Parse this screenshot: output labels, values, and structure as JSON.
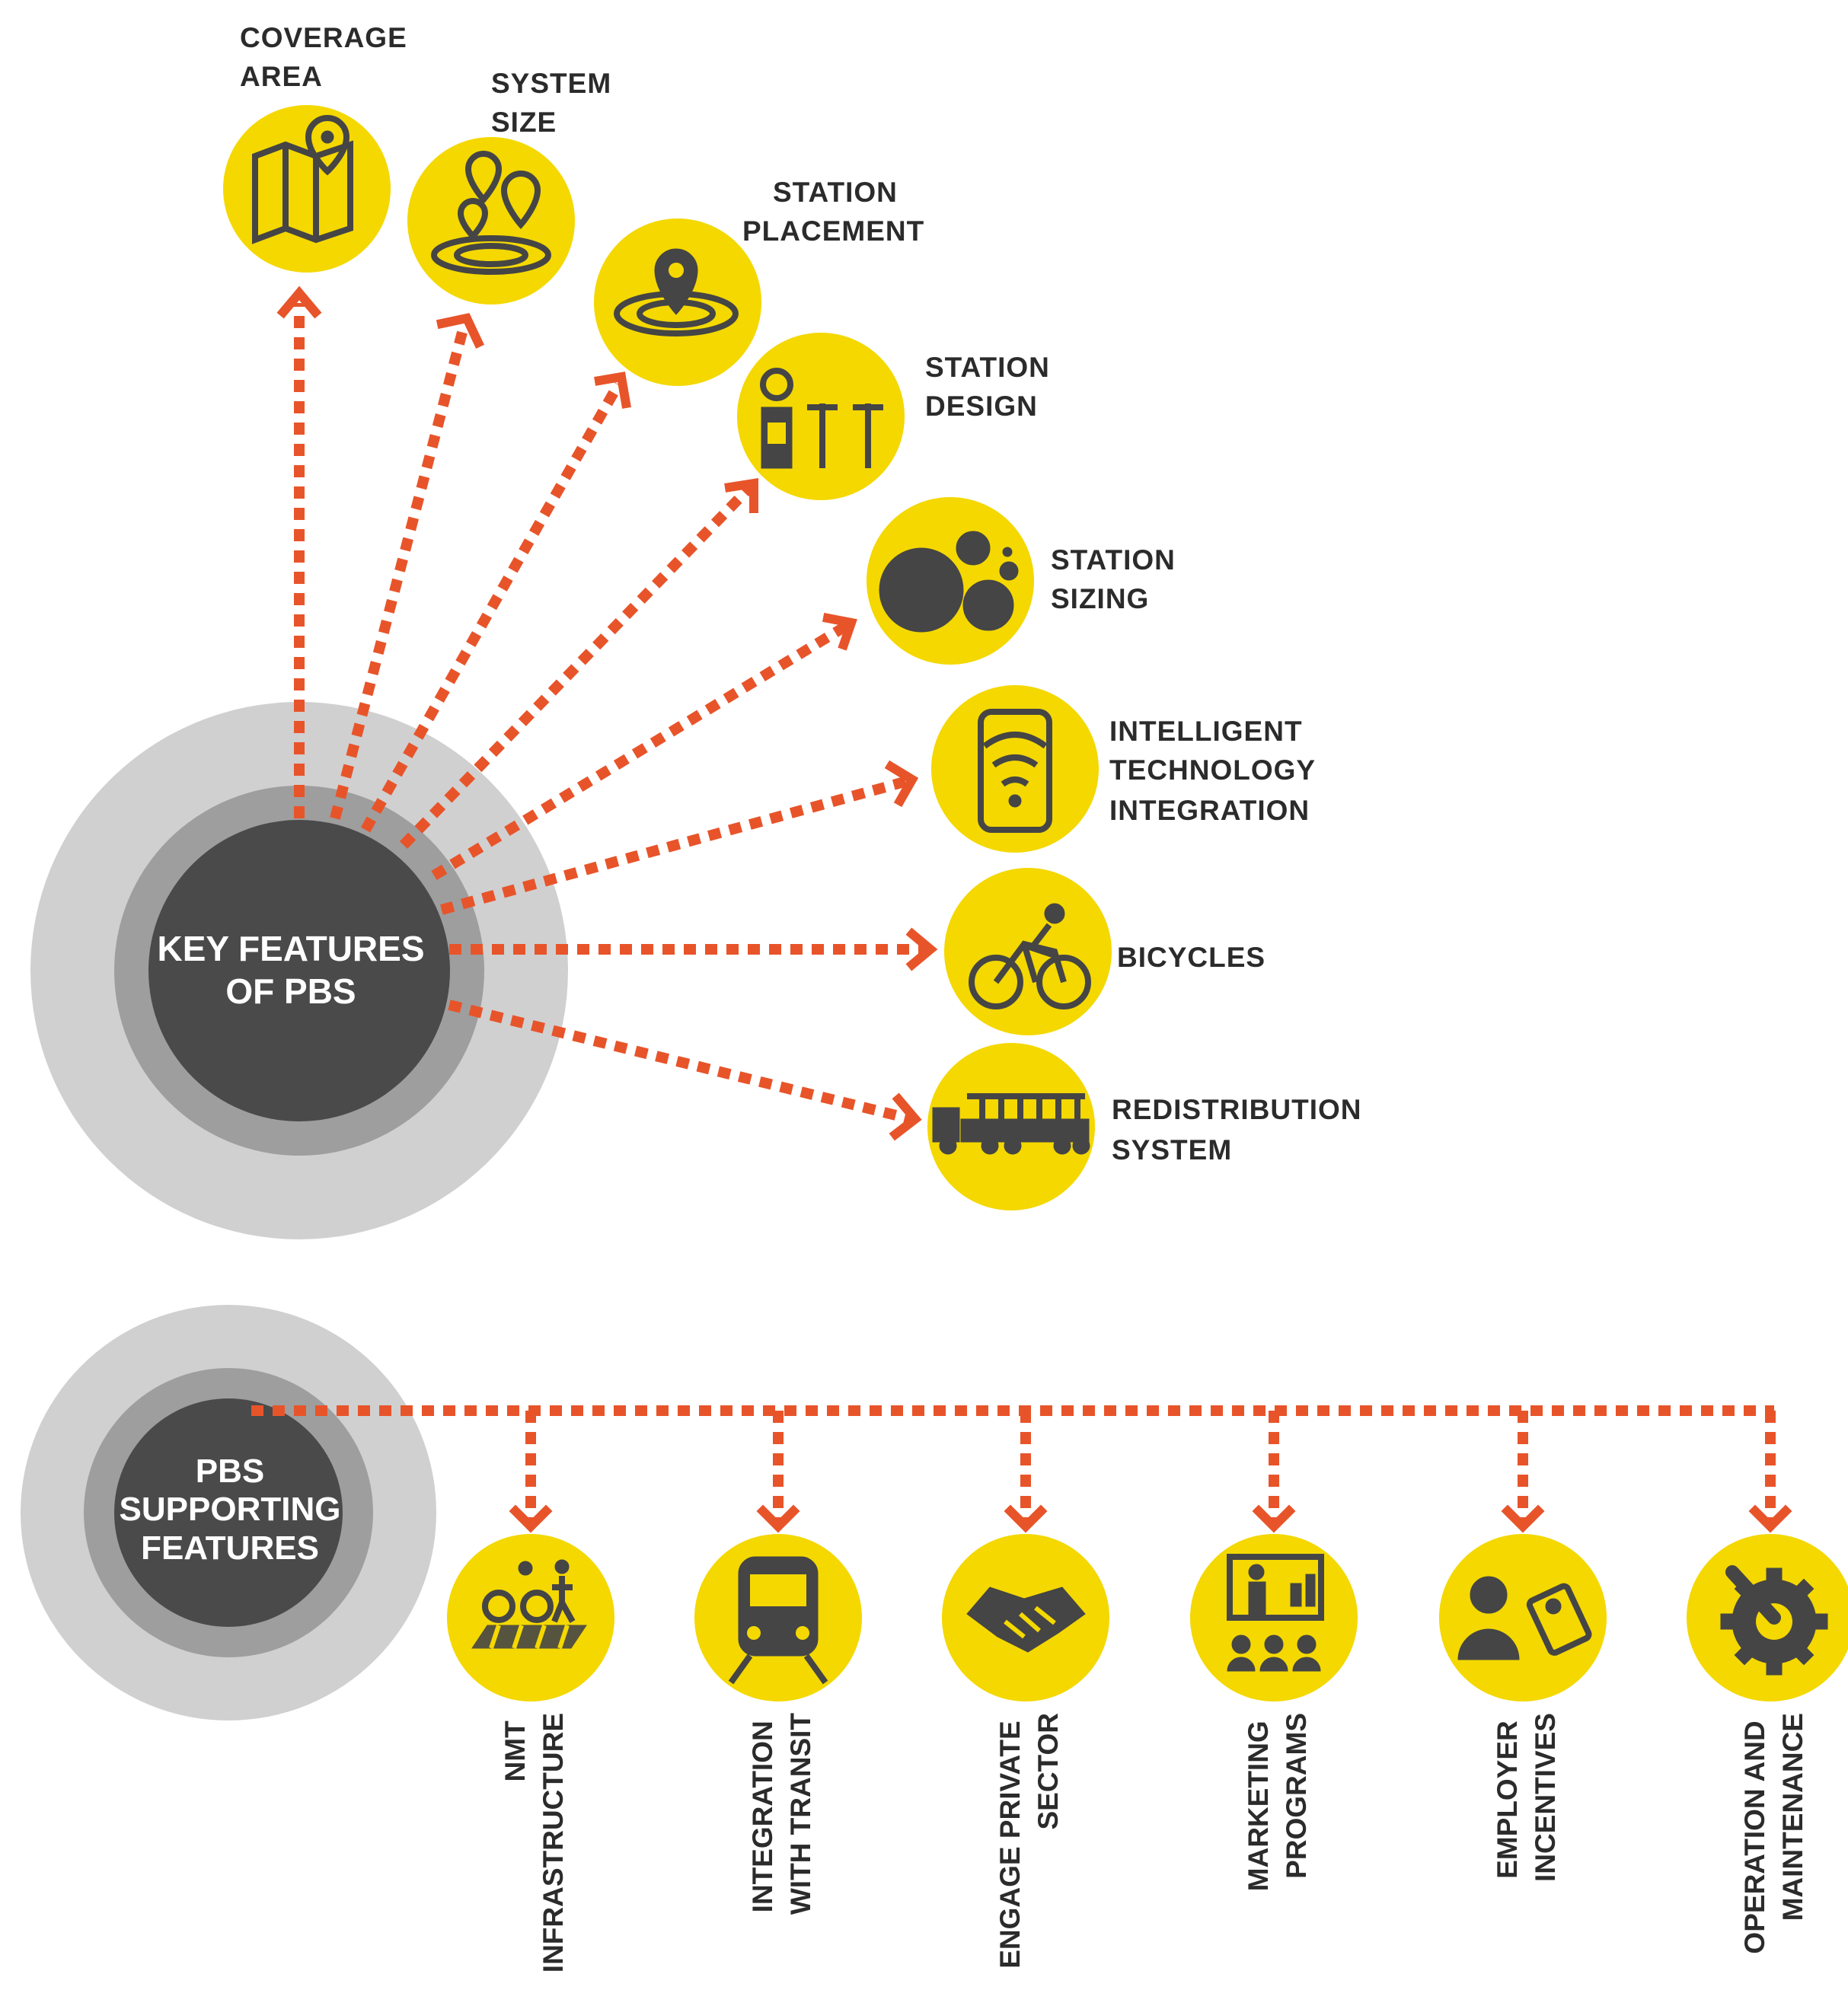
{
  "key_hub": {
    "line1": "KEY FEATURES",
    "line2": "OF PBS"
  },
  "support_hub": {
    "line1": "PBS",
    "line2": "SUPPORTING",
    "line3": "FEATURES"
  },
  "key_features": [
    {
      "lines": [
        "COVERAGE",
        "AREA"
      ],
      "icon": "map-pin-icon"
    },
    {
      "lines": [
        "SYSTEM",
        "SIZE"
      ],
      "icon": "multiple-pins-icon"
    },
    {
      "lines": [
        "STATION",
        "PLACEMENT"
      ],
      "icon": "location-target-icon"
    },
    {
      "lines": [
        "STATION",
        "DESIGN"
      ],
      "icon": "bike-station-icon"
    },
    {
      "lines": [
        "STATION",
        "SIZING"
      ],
      "icon": "circles-icon"
    },
    {
      "lines": [
        "INTELLIGENT",
        "TECHNOLOGY",
        "INTEGRATION"
      ],
      "icon": "smartphone-wifi-icon"
    },
    {
      "lines": [
        "BICYCLES"
      ],
      "icon": "cyclist-icon"
    },
    {
      "lines": [
        "REDISTRIBUTION",
        "SYSTEM"
      ],
      "icon": "truck-icon"
    }
  ],
  "supporting_features": [
    {
      "lines": [
        "NMT",
        "INFRASTRUCTURE"
      ],
      "icon": "pedestrian-cyclist-icon"
    },
    {
      "lines": [
        "INTEGRATION",
        "WITH TRANSIT"
      ],
      "icon": "train-icon"
    },
    {
      "lines": [
        "ENGAGE PRIVATE",
        "SECTOR"
      ],
      "icon": "handshake-icon"
    },
    {
      "lines": [
        "MARKETING",
        "PROGRAMS"
      ],
      "icon": "presentation-icon"
    },
    {
      "lines": [
        "EMPLOYER",
        "INCENTIVES"
      ],
      "icon": "employee-card-icon"
    },
    {
      "lines": [
        "OPERATION AND",
        "MAINTENANCE"
      ],
      "icon": "wrench-gear-icon"
    }
  ],
  "colors": {
    "accent": "#f4d800",
    "arrow": "#e8542a",
    "hub_dark": "#4a4a4a",
    "hub_mid": "#9e9e9e",
    "hub_light": "#d0d0d0"
  }
}
